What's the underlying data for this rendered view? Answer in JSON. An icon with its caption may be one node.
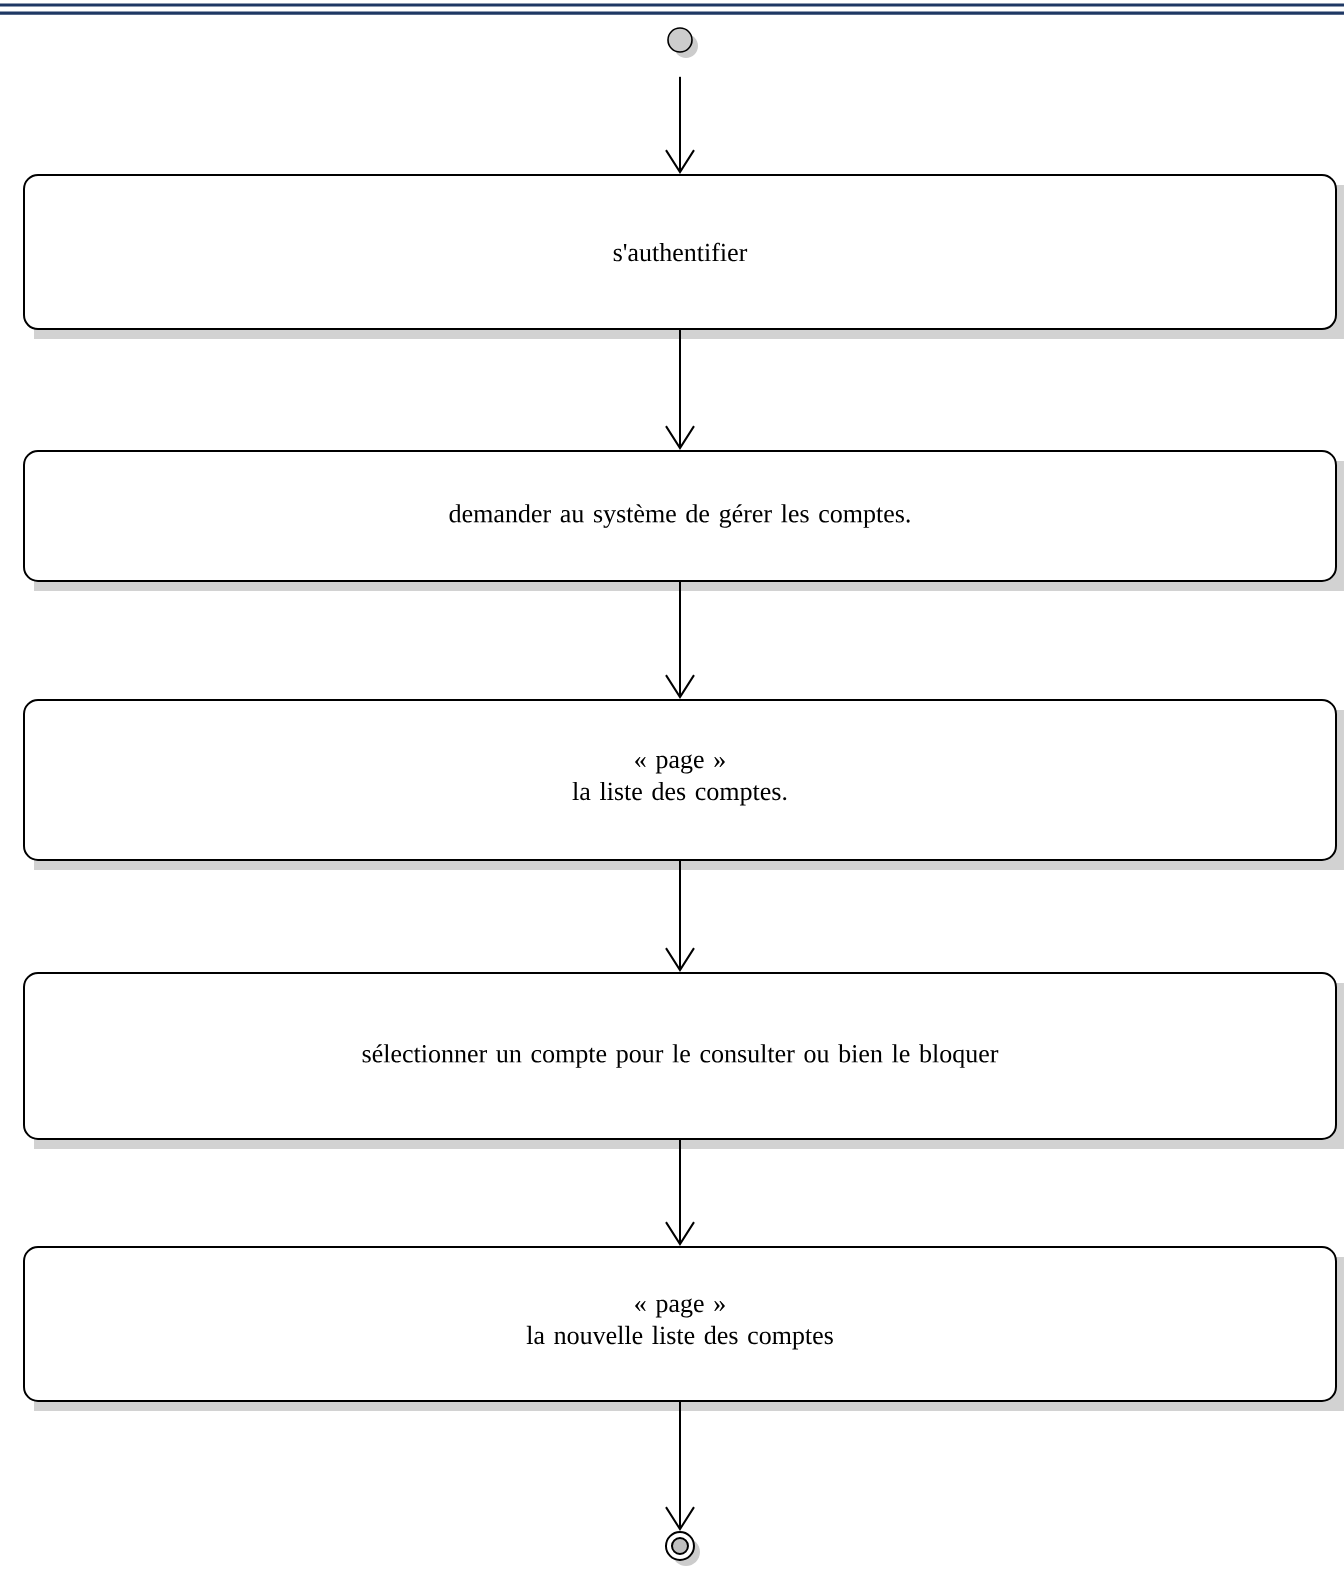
{
  "diagram": {
    "nodes": [
      {
        "text": [],
        "shape": "circle"
      },
      {
        "text": [
          "s'authentifier"
        ]
      },
      {
        "text": [
          "demander au système de gérer les comptes."
        ]
      },
      {
        "text": [
          "« page »",
          "la liste des comptes."
        ]
      },
      {
        "text": [
          "sélectionner un compte pour le consulter ou bien le bloquer"
        ]
      },
      {
        "text": [
          "« page »",
          "la nouvelle liste des comptes"
        ]
      },
      {
        "text": [],
        "shape": "circle"
      }
    ],
    "edges": [
      {
        "from": 0,
        "to": 1,
        "arrow": "to"
      },
      {
        "from": 1,
        "to": 2,
        "arrow": "to"
      },
      {
        "from": 2,
        "to": 3,
        "arrow": "to"
      },
      {
        "from": 3,
        "to": 4,
        "arrow": "to"
      },
      {
        "from": 4,
        "to": 5,
        "arrow": "to"
      },
      {
        "from": 5,
        "to": 6,
        "arrow": "to"
      }
    ]
  }
}
